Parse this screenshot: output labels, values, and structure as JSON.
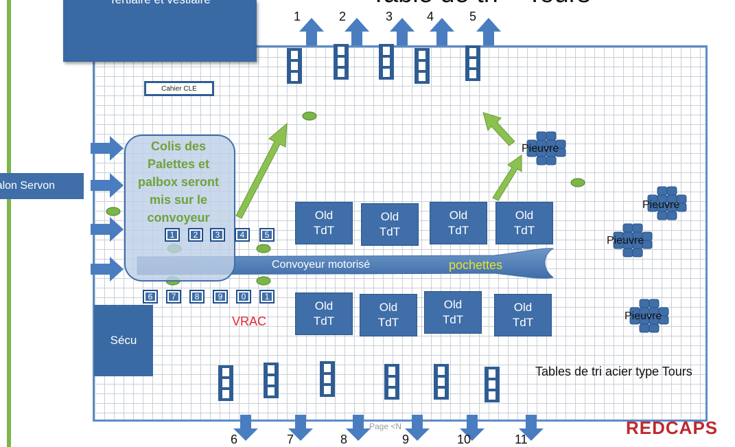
{
  "title": "Table de tri – Tours",
  "top_left_box": "Tertiaire et vestiaire",
  "left_box": "Salon Servon",
  "secu_box": "Sécu",
  "cahier": "Cahier CLE",
  "colis_text": "Colis des Palettes et palbox seront mis sur le convoyeur",
  "convoyeur": "Convoyeur motorisé",
  "pochettes": "pochettes",
  "vrac": "VRAC",
  "old_tdt_line1": "Old",
  "old_tdt_line2": "TdT",
  "pieuvre_label": "Pieuvre",
  "tables_note": "Tables de tri acier type Tours",
  "page_footer": "Page <N",
  "brand": "REDCAPS",
  "top_numbers": [
    "1",
    "2",
    "3",
    "4",
    "5"
  ],
  "bottom_numbers": [
    "6",
    "7",
    "8",
    "9",
    "10",
    "11"
  ],
  "small_boxes_top": [
    "1",
    "2",
    "3",
    "4",
    "5"
  ],
  "small_boxes_bottom": [
    "6",
    "7",
    "8",
    "9",
    "0",
    "1"
  ],
  "colors": {
    "accent_blue": "#3f6ea8",
    "green": "#7ab648",
    "red": "#e3262b",
    "yellow": "#e6e62a"
  }
}
